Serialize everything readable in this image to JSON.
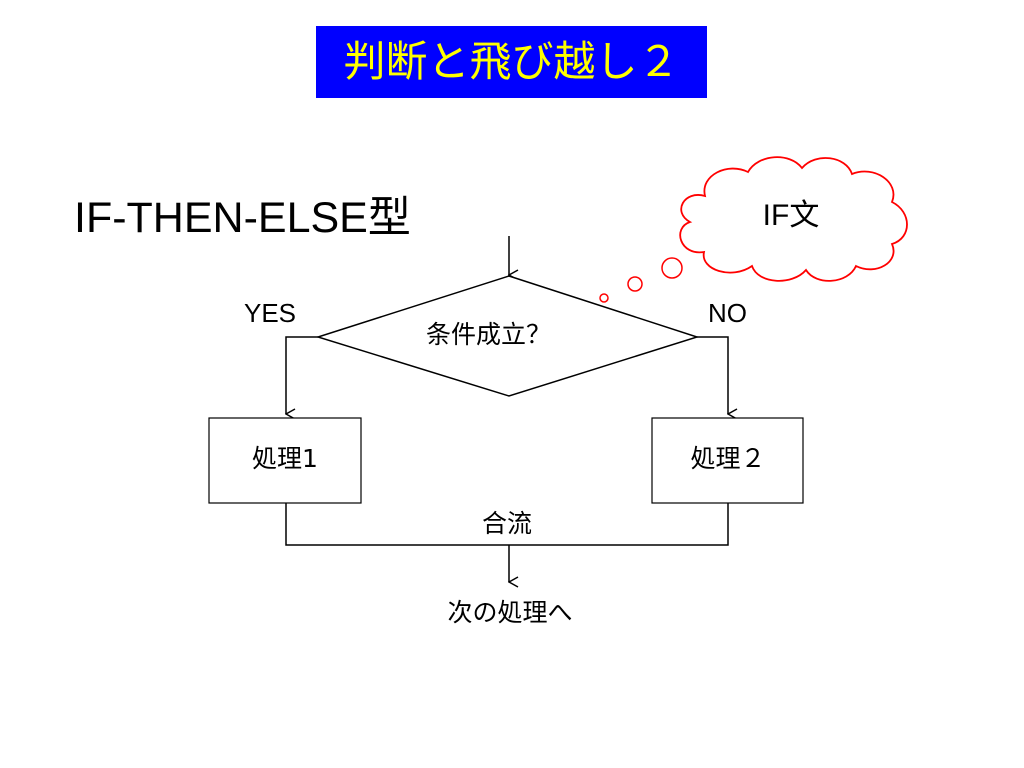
{
  "slide": {
    "title": "判断と飛び越し２",
    "subtitle": "IF-THEN-ELSE型"
  },
  "colors": {
    "title_background": "#0000ff",
    "title_text": "#ffff00",
    "thought_bubble_outline": "#ff0000",
    "lines": "#000000"
  },
  "flowchart": {
    "condition": "条件成立？",
    "yes_label": "YES",
    "no_label": "NO",
    "process_1": "処理1",
    "process_2": "処理２",
    "merge_label": "合流",
    "next_label": "次の処理へ"
  },
  "thought_bubble": {
    "text": "IF文"
  }
}
